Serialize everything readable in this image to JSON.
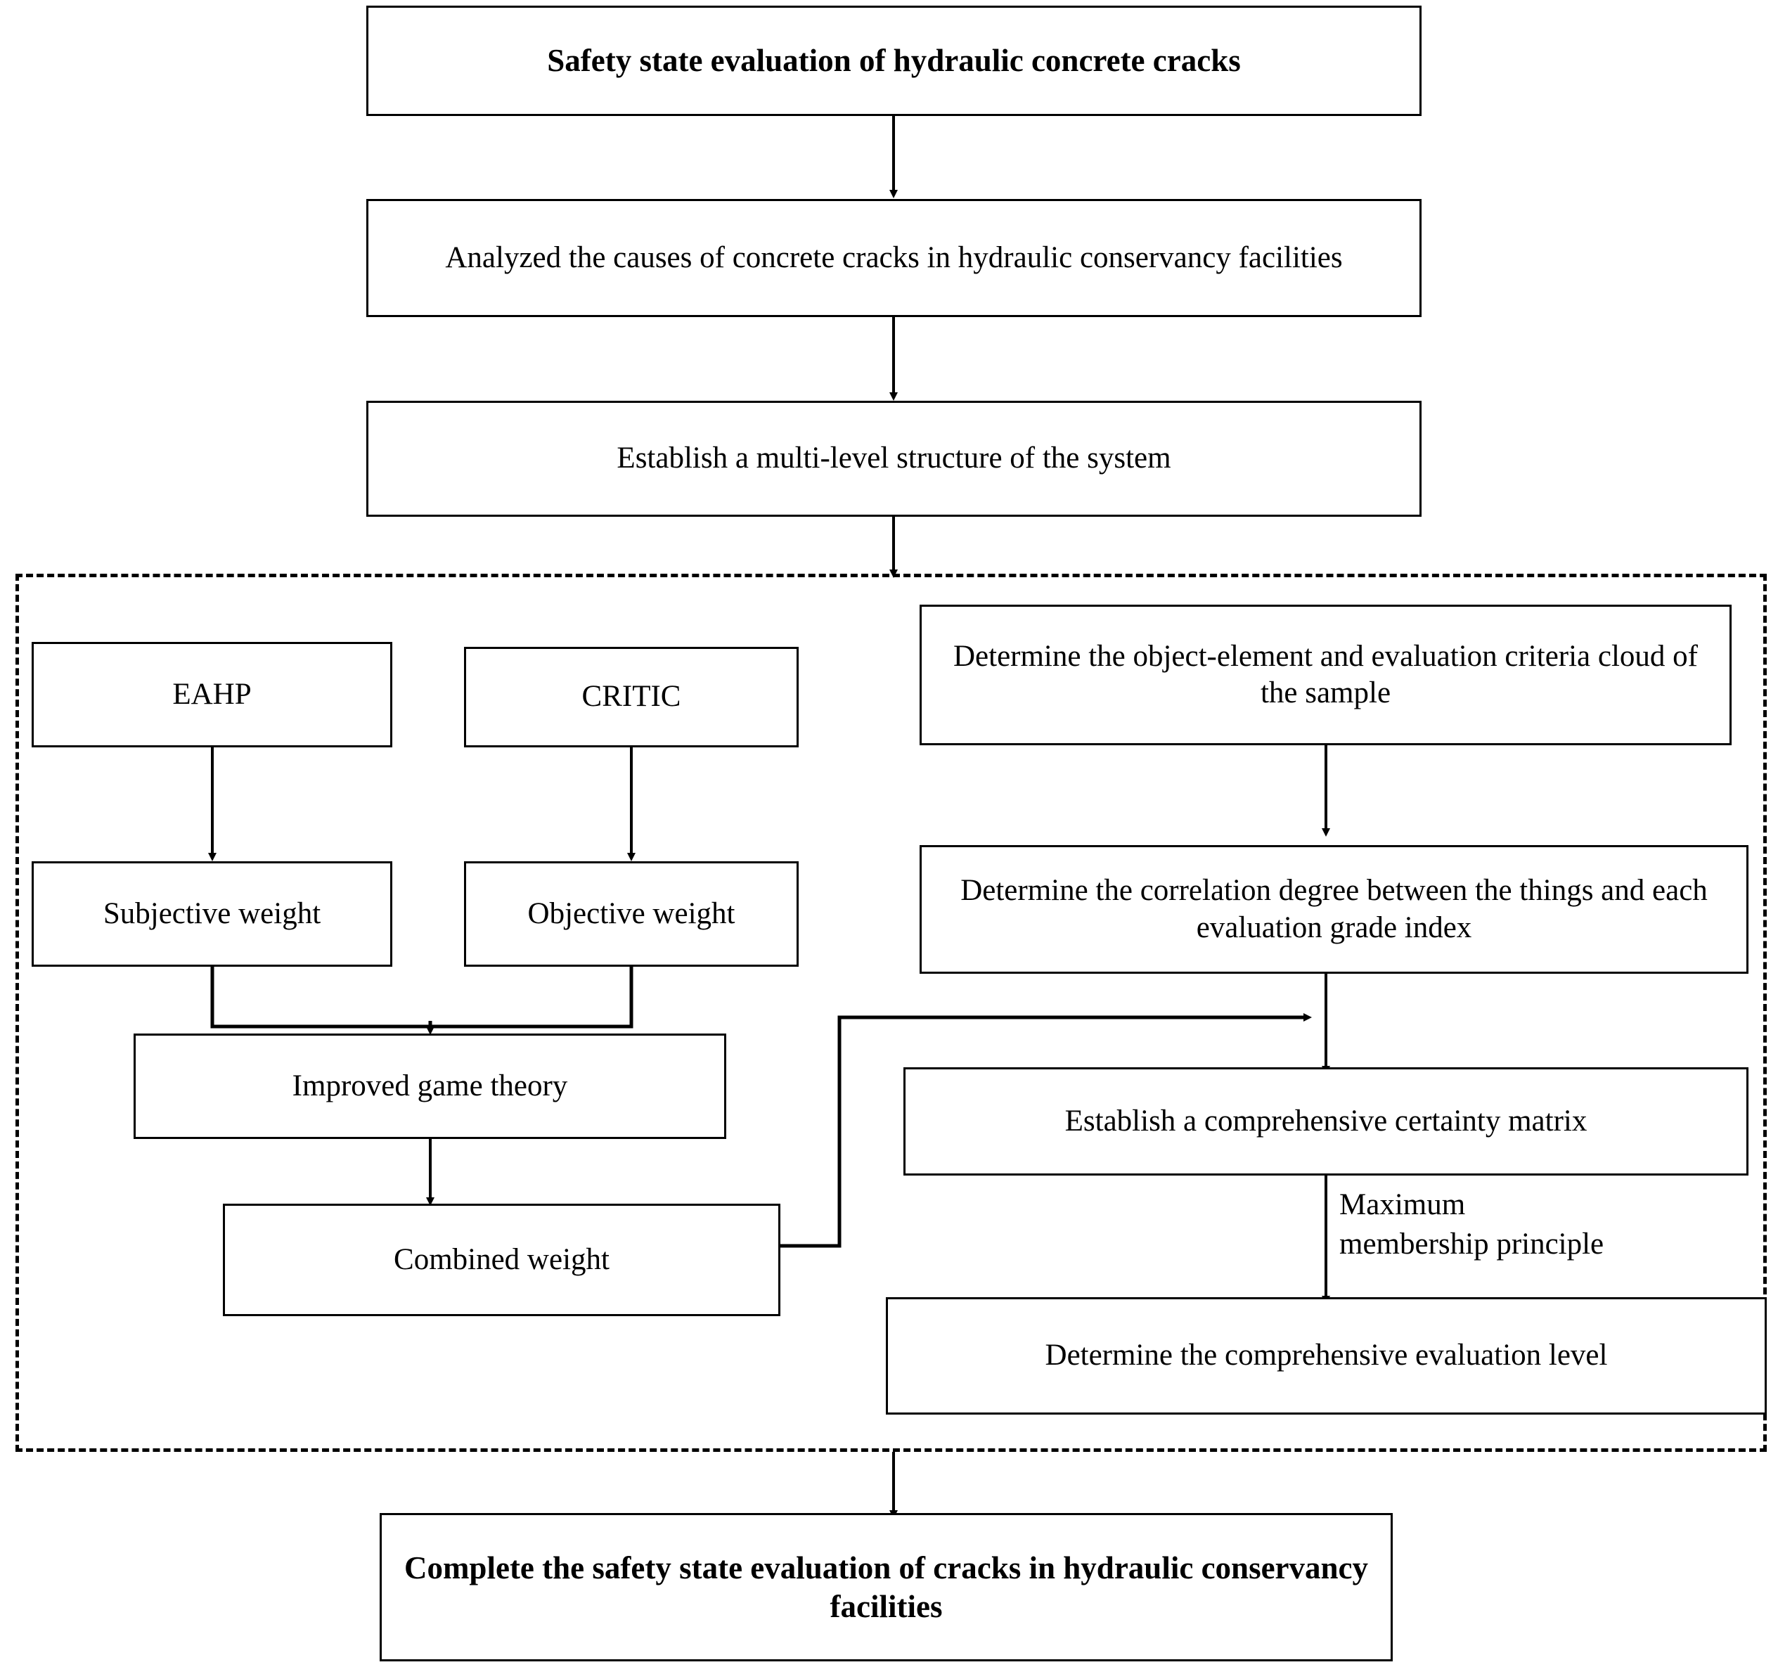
{
  "diagram": {
    "title": "Safety state evaluation of hydraulic concrete cracks",
    "type": "flowchart",
    "nodes": {
      "top_title": "Safety state evaluation of hydraulic concrete cracks",
      "analyze_causes": "Analyzed the causes of concrete cracks in hydraulic conservancy facilities",
      "multi_level": "Establish a multi-level structure of the system",
      "eahp": "EAHP",
      "critic": "CRITIC",
      "subjective_weight": "Subjective weight",
      "objective_weight": "Objective weight",
      "improved_game_theory": "Improved game theory",
      "combined_weight": "Combined weight",
      "determine_object_element": "Determine the object-element and evaluation criteria cloud of the sample",
      "determine_correlation": "Determine the correlation degree between the things and each evaluation grade index",
      "certainty_matrix": "Establish a comprehensive certainty matrix",
      "evaluation_level": "Determine the comprehensive evaluation level",
      "bottom_result": "Complete the safety state evaluation of cracks in hydraulic  conservancy facilities"
    },
    "edge_labels": {
      "max_membership": "Maximum\nmembership principle"
    },
    "colors": {
      "stroke": "#000000",
      "fill": "#ffffff"
    }
  }
}
